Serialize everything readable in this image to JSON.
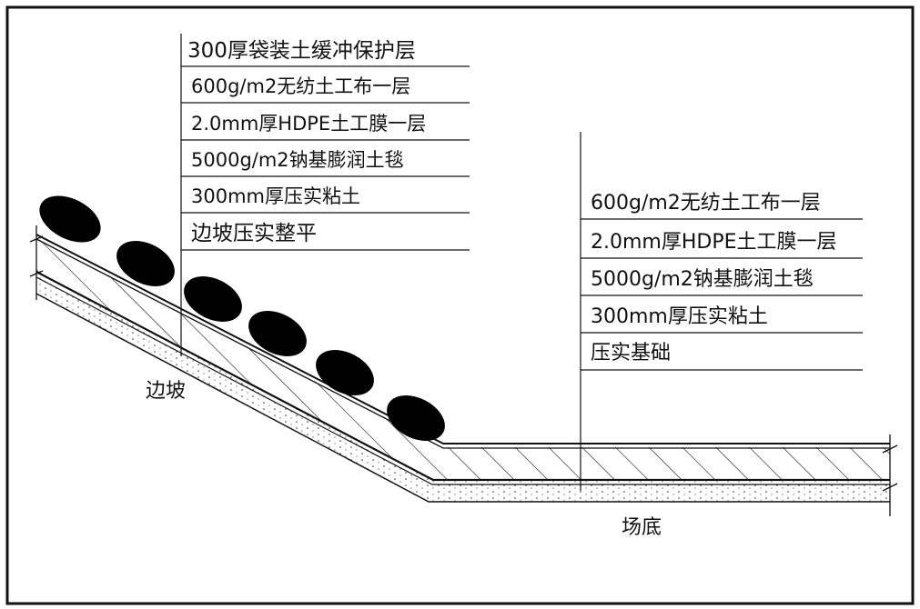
{
  "slope_layers": [
    "300厚袋装土缓冲保护层",
    "600g/m2无纺土工布一层",
    "2.0mm厚HDPE土工膜一层",
    "5000g/m2钠基膨润土毯",
    "300mm厚压实粘土",
    "边坡压实整平"
  ],
  "floor_layers": [
    "600g/m2无纺土工布一层",
    "2.0mm厚HDPE土工膜一层",
    "5000g/m2钠基膨润土毯",
    "300mm厚压实粘土",
    "压实基础"
  ],
  "regions": {
    "slope": "边坡",
    "floor": "场底"
  },
  "colors": {
    "line": "#111111",
    "sandbag": "#000000",
    "hatch": "#222222",
    "background": "#ffffff"
  }
}
